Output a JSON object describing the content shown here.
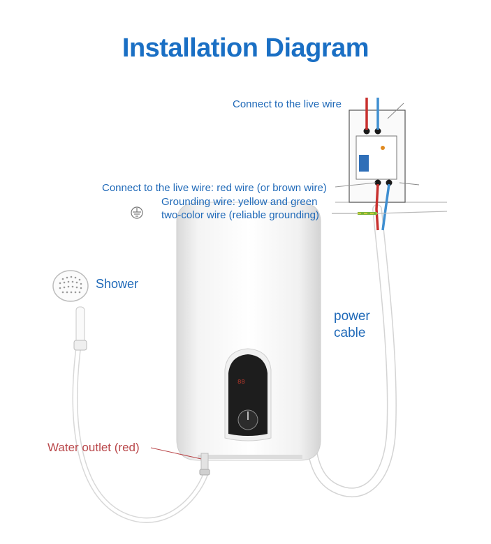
{
  "title": "Installation Diagram",
  "labels": {
    "live_wire_top": "Connect to the live wire",
    "live_wire_bottom": "Connect to the live wire: red wire (or brown wire)",
    "grounding_line1": "Grounding wire: yellow and green",
    "grounding_line2": "two-color wire (reliable grounding)",
    "shower": "Shower",
    "power_cable_line1": "power",
    "power_cable_line2": "cable",
    "water_outlet": "Water outlet (red)"
  },
  "colors": {
    "title": "#1a6fc4",
    "label_blue": "#1f69b8",
    "label_red": "#b9474a",
    "wire_red": "#c8302e",
    "wire_blue": "#3f8fd1",
    "wire_ground": "#7bb33a"
  },
  "icons": [
    "shower-head-icon",
    "ground-symbol-icon",
    "water-heater-icon",
    "switch-box-icon"
  ]
}
